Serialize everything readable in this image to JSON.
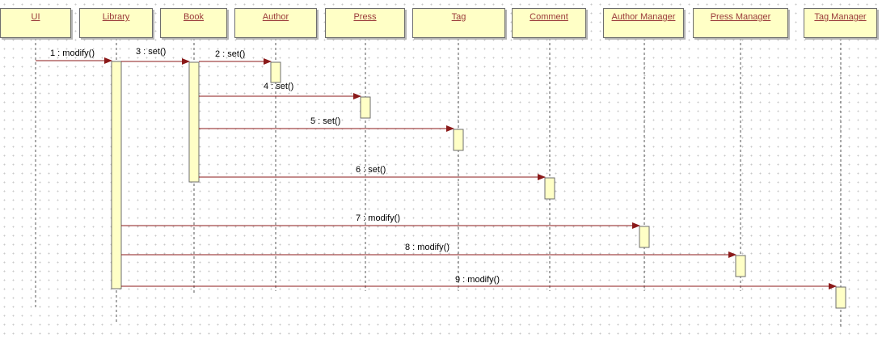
{
  "diagram": {
    "type": "sequence",
    "colors": {
      "object_fill": "#ffffc6",
      "object_border": "#6e6e6e",
      "arrow": "#8b1a1a",
      "activation_fill": "#ffffc6"
    },
    "objects": [
      {
        "name": "UI"
      },
      {
        "name": "Library"
      },
      {
        "name": "Book"
      },
      {
        "name": "Author"
      },
      {
        "name": "Press"
      },
      {
        "name": "Tag"
      },
      {
        "name": "Comment"
      },
      {
        "name": "Author Manager"
      },
      {
        "name": "Press Manager"
      },
      {
        "name": "Tag Manager"
      }
    ],
    "messages": [
      {
        "label": "1 : modify()",
        "from": "UI",
        "to": "Library"
      },
      {
        "label": "3 : set()",
        "from": "Library",
        "to": "Book"
      },
      {
        "label": "2 : set()",
        "from": "Book",
        "to": "Author"
      },
      {
        "label": "4 : set()",
        "from": "Book",
        "to": "Press"
      },
      {
        "label": "5 : set()",
        "from": "Book",
        "to": "Tag"
      },
      {
        "label": "6 : set()",
        "from": "Book",
        "to": "Comment"
      },
      {
        "label": "7 : modify()",
        "from": "Library",
        "to": "Author Manager"
      },
      {
        "label": "8 : modify()",
        "from": "Library",
        "to": "Press Manager"
      },
      {
        "label": "9 : modify()",
        "from": "Library",
        "to": "Tag Manager"
      }
    ]
  }
}
